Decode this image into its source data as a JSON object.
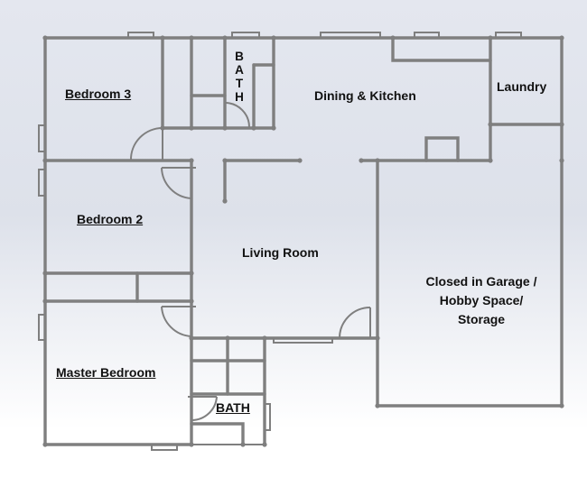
{
  "floorplan": {
    "rooms": [
      {
        "id": "bedroom-3",
        "label": "Bedroom 3",
        "underlined": true
      },
      {
        "id": "bath-1",
        "label": "BATH",
        "vertical": true,
        "letters": [
          "B",
          "A",
          "T",
          "H"
        ]
      },
      {
        "id": "dining-kitchen",
        "label": "Dining & Kitchen",
        "underlined": false
      },
      {
        "id": "laundry",
        "label": "Laundry",
        "underlined": false
      },
      {
        "id": "bedroom-2",
        "label": "Bedroom 2",
        "underlined": true
      },
      {
        "id": "living-room",
        "label": "Living Room",
        "underlined": false
      },
      {
        "id": "garage",
        "label_lines": [
          "Closed in Garage /",
          "Hobby Space/",
          "Storage"
        ],
        "underlined": false
      },
      {
        "id": "master-bedroom",
        "label": "Master Bedroom",
        "underlined": true
      },
      {
        "id": "bath-2",
        "label": "BATH",
        "underlined": true
      }
    ],
    "colors": {
      "wall": "#7f7f7f",
      "text": "#111111",
      "background_top": "#e4e7ef",
      "background_bottom": "#ffffff"
    }
  }
}
